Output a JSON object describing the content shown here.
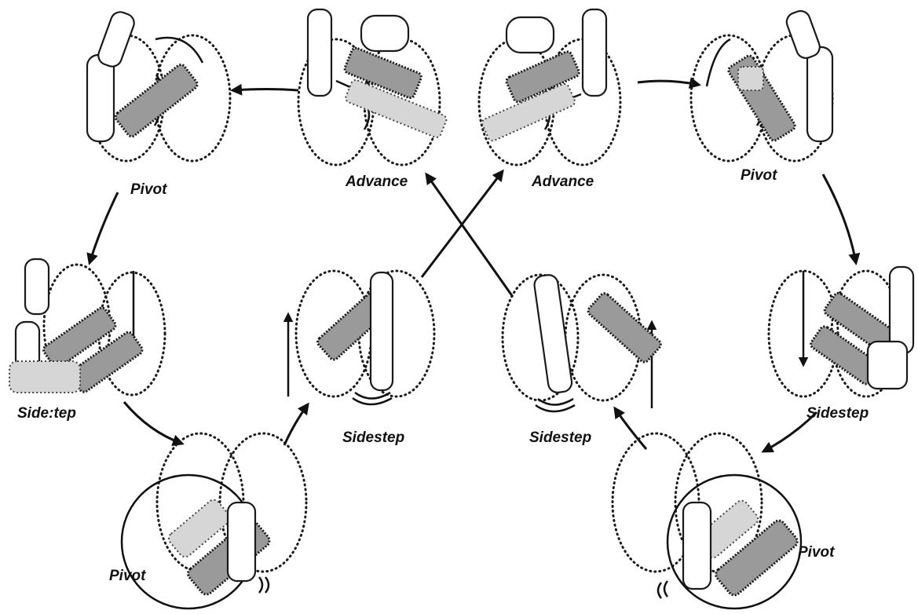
{
  "labels": {
    "pivot": "Pivot",
    "advance": "Advance",
    "sidestep": "Sidestep",
    "sidestep_smudged": "Side:tep"
  },
  "colors": {
    "ink": "#111111",
    "stipple": "#9a9a9a",
    "background": "#ffffff"
  }
}
